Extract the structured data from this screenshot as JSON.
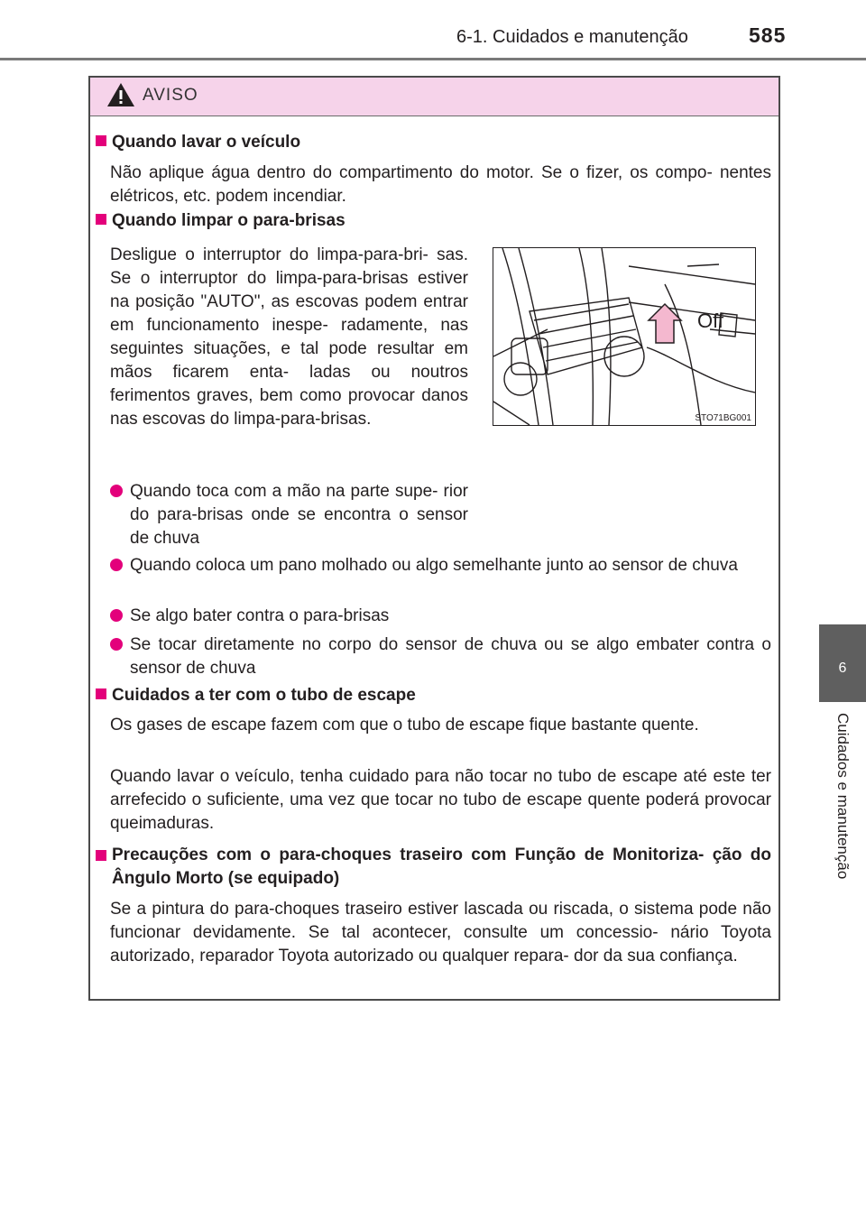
{
  "header": {
    "section_title": "6-1. Cuidados e manutenção",
    "page_number": "585"
  },
  "side_tab": {
    "chapter_number": "6",
    "chapter_label": "Cuidados e manutenção"
  },
  "warning": {
    "title": "AVISO",
    "sections": [
      {
        "heading": "Quando lavar o veículo",
        "paragraphs": [
          "Não aplique água dentro do compartimento do motor. Se o fizer, os compo- nentes elétricos, etc. podem incendiar."
        ]
      },
      {
        "heading": "Quando limpar o para-brisas",
        "paragraphs": [
          "Desligue o interruptor do limpa-para-bri- sas. Se o interruptor do limpa-para-brisas estiver na posição \"AUTO\", as escovas podem entrar em funcionamento inespe- radamente, nas seguintes situações, e tal pode resultar em mãos ficarem enta- ladas ou noutros ferimentos graves, bem como provocar danos nas escovas do limpa-para-brisas."
        ],
        "bullets": [
          "Quando toca com a mão na parte supe- rior do para-brisas onde se encontra o sensor de chuva",
          "Quando coloca um pano molhado ou algo semelhante junto ao sensor de chuva",
          "Se algo bater contra o para-brisas",
          "Se tocar diretamente no corpo do sensor de chuva ou se algo embater contra o sensor de chuva"
        ],
        "figure": {
          "label": "Off",
          "code": "STO71BG001"
        }
      },
      {
        "heading": "Cuidados a ter com o tubo de escape",
        "paragraphs": [
          "Os gases de escape fazem com que o tubo de escape fique bastante quente.",
          "Quando lavar o veículo, tenha cuidado para não tocar no tubo de escape até este ter arrefecido o suficiente, uma vez que tocar no tubo de escape quente poderá provocar queimaduras."
        ]
      },
      {
        "heading": "Precauções com o para-choques traseiro com Função de Monitoriza- ção do Ângulo Morto (se equipado)",
        "paragraphs": [
          "Se a pintura do para-choques traseiro estiver lascada ou riscada, o sistema pode não funcionar devidamente. Se tal acontecer, consulte um concessio- nário Toyota autorizado, reparador Toyota autorizado ou qualquer repara- dor da sua confiança."
        ]
      }
    ]
  },
  "colors": {
    "accent": "#e3007b",
    "warning_header_bg": "#f6d3ea",
    "side_tab_bg": "#5f5f5f",
    "arrow_fill": "#f4b8cf"
  },
  "icons": [
    "warning-triangle-icon",
    "square-bullet-icon",
    "round-bullet-icon",
    "up-arrow-icon"
  ]
}
